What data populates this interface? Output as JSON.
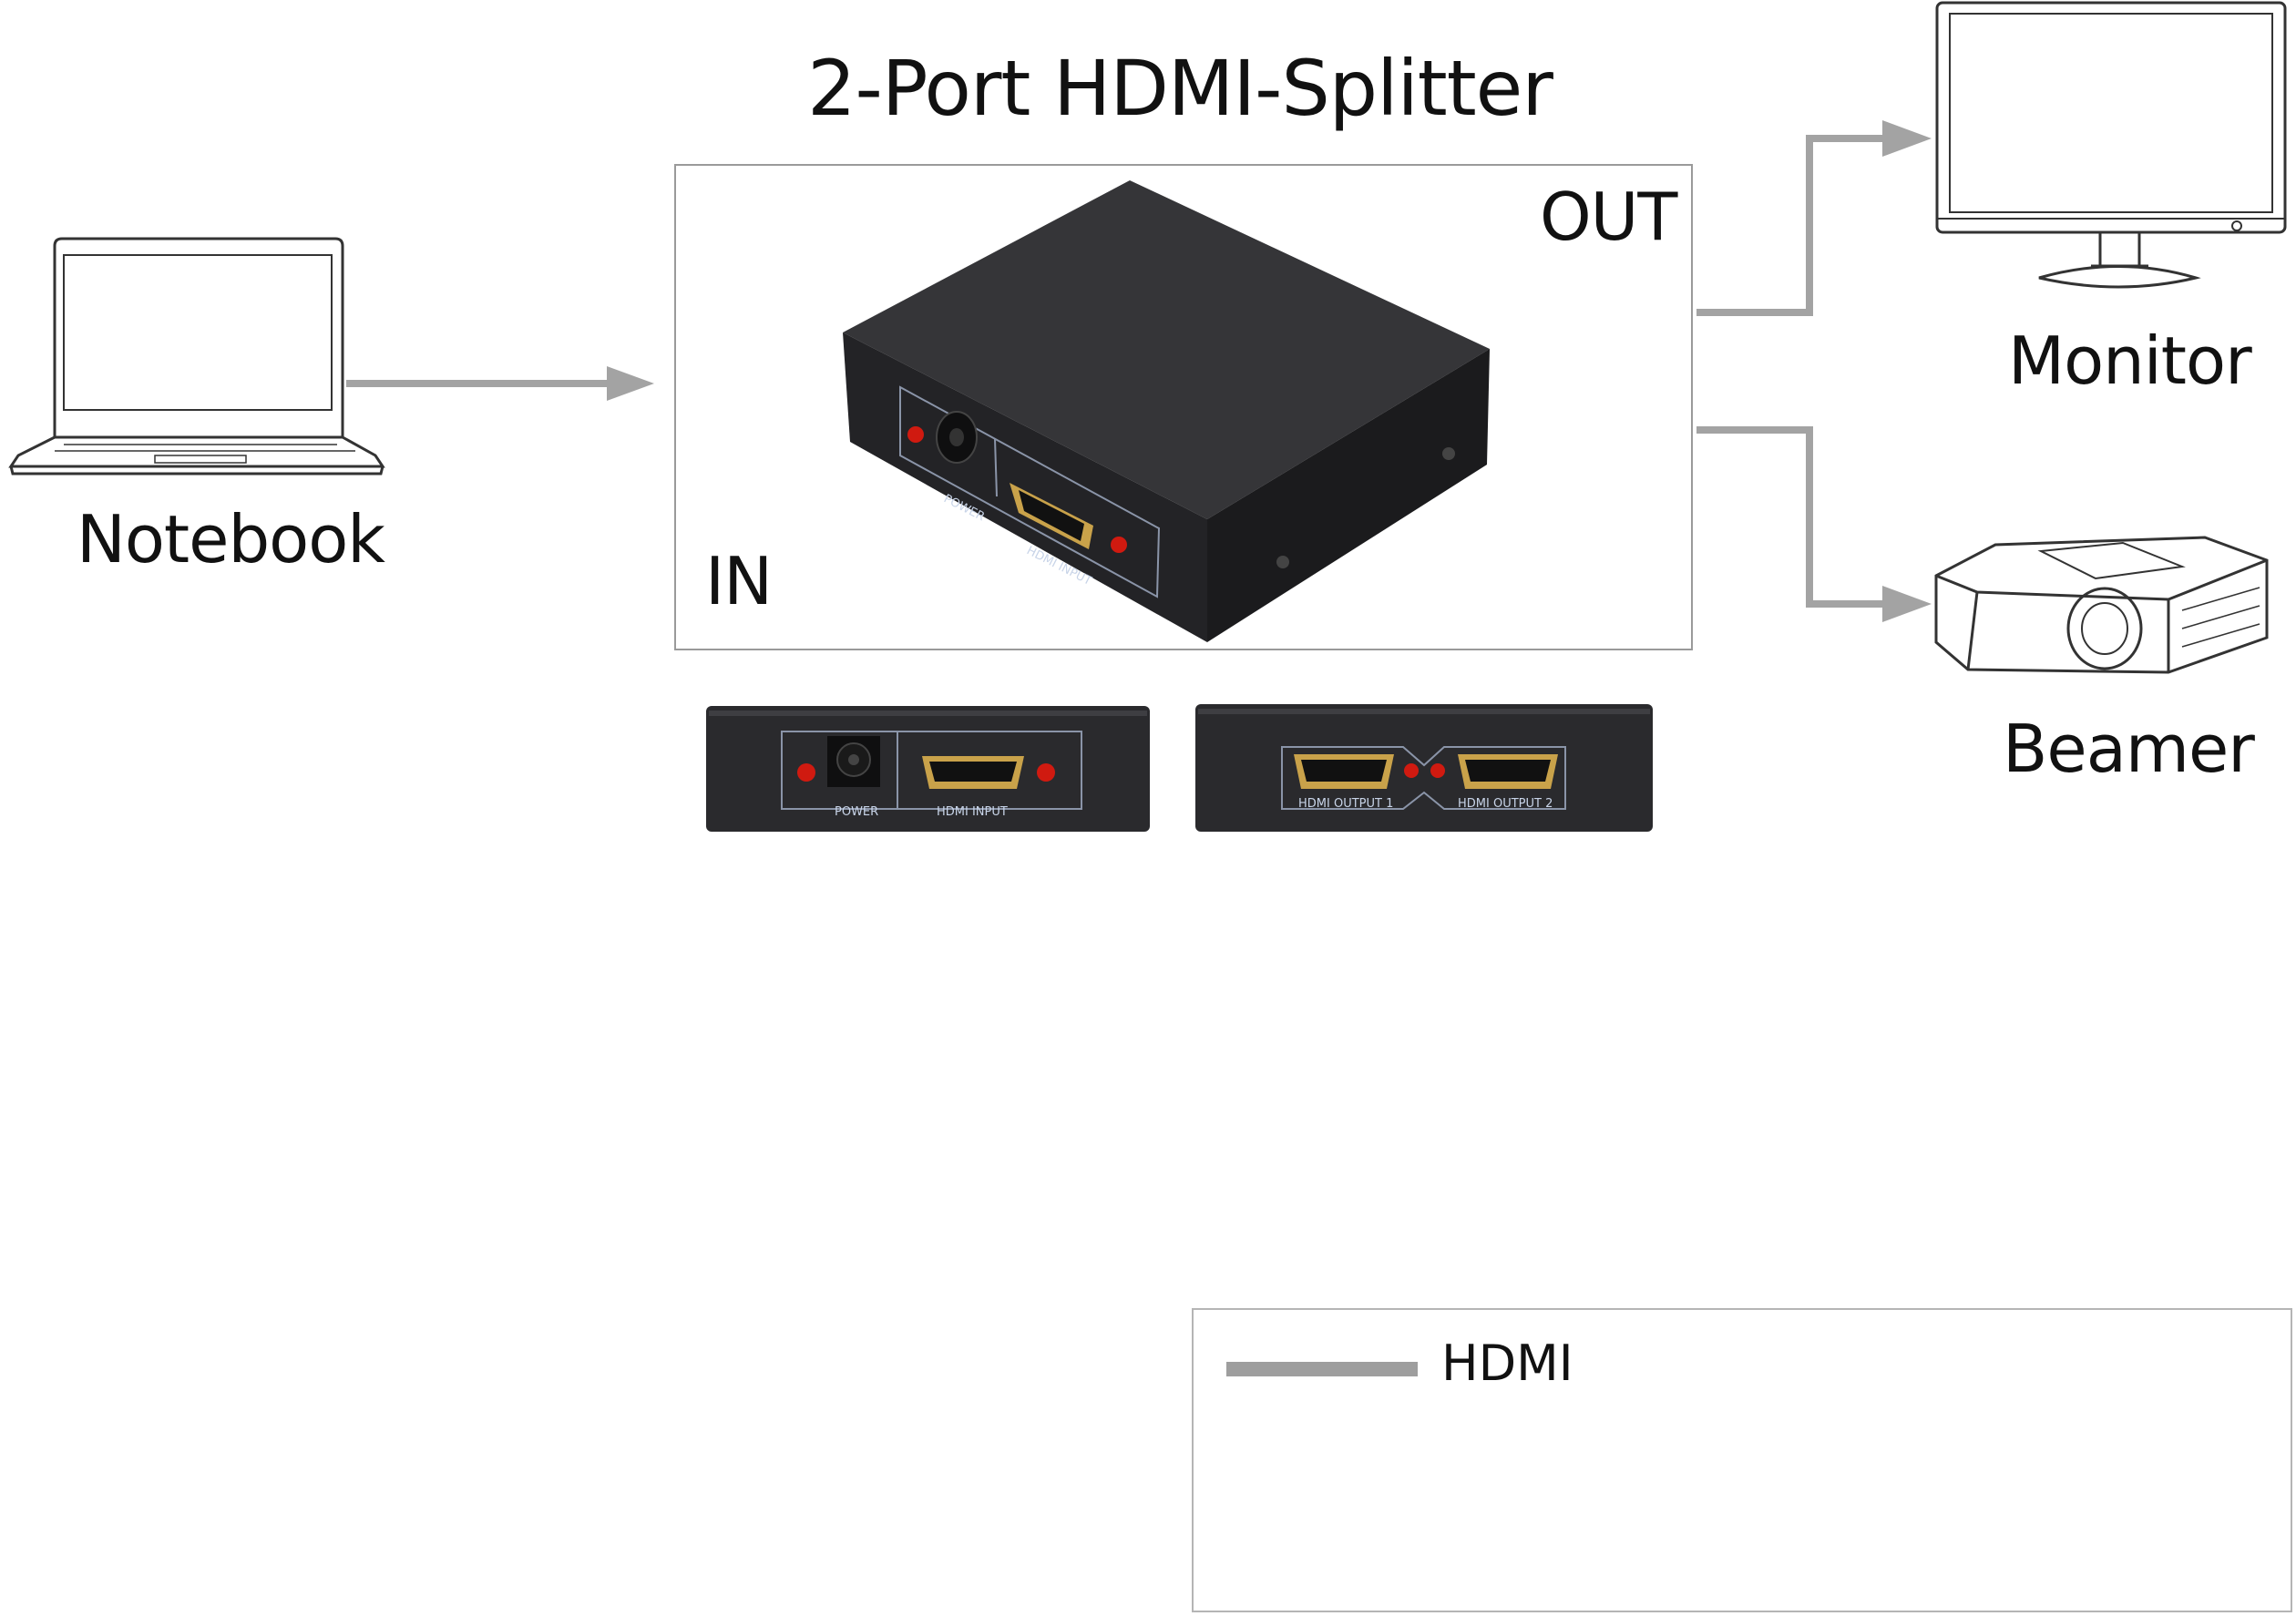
{
  "title": "2-Port HDMI-Splitter",
  "devices": {
    "notebook": "Notebook",
    "monitor": "Monitor",
    "beamer": "Beamer"
  },
  "splitter": {
    "in_label": "IN",
    "out_label": "OUT",
    "front_panel": {
      "power": "POWER",
      "input": "HDMI INPUT"
    },
    "back_panel": {
      "output1": "HDMI OUTPUT 1",
      "output2": "HDMI OUTPUT 2"
    }
  },
  "legend": {
    "items": [
      {
        "label": "HDMI",
        "color": "#9e9e9e"
      }
    ]
  },
  "colors": {
    "cable": "#a3a3a3",
    "device_body": "#2b2b2e",
    "led": "#d01a10",
    "port_gold": "#c9a24a"
  }
}
